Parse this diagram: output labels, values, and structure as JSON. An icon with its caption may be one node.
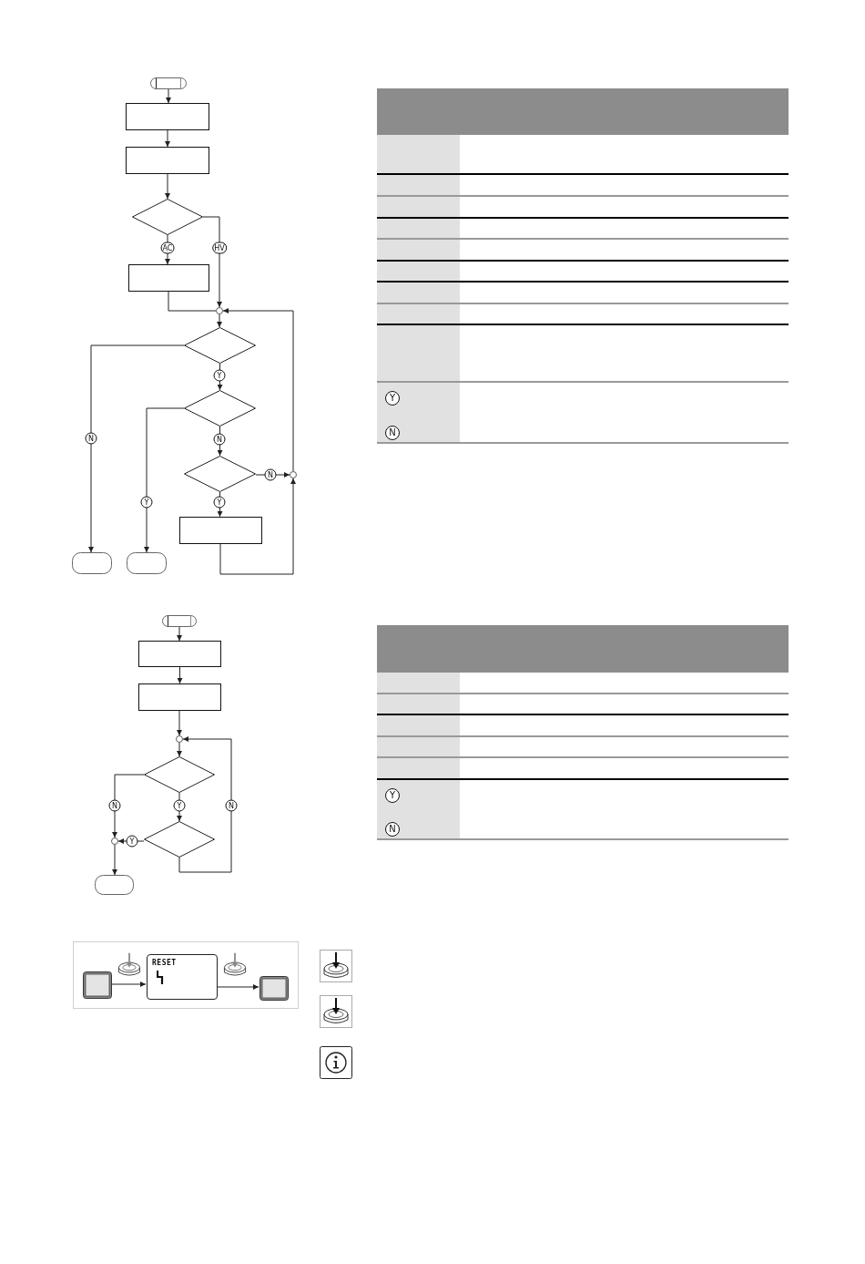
{
  "diagram": {
    "nodes": [
      {
        "text": [],
        "shape": "terminal"
      },
      {
        "text": [],
        "shape": "box"
      },
      {
        "text": [],
        "shape": "box"
      },
      {
        "text": [],
        "shape": "diamond"
      },
      {
        "text": [],
        "shape": "box"
      },
      {
        "text": [],
        "shape": "circle"
      },
      {
        "text": [],
        "shape": "diamond"
      },
      {
        "text": [],
        "shape": "diamond"
      },
      {
        "text": [],
        "shape": "diamond"
      },
      {
        "text": [],
        "shape": "circle"
      },
      {
        "text": [],
        "shape": "box"
      },
      {
        "text": [],
        "shape": "terminal"
      },
      {
        "text": [],
        "shape": "terminal"
      },
      {
        "text": [],
        "shape": "terminal"
      },
      {
        "text": [],
        "shape": "box"
      },
      {
        "text": [],
        "shape": "box"
      },
      {
        "text": [],
        "shape": "circle"
      },
      {
        "text": [],
        "shape": "diamond"
      },
      {
        "text": [],
        "shape": "diamond"
      },
      {
        "text": [],
        "shape": "circle"
      },
      {
        "text": [],
        "shape": "terminal"
      },
      {
        "text": [],
        "shape": "box"
      },
      {
        "text": [],
        "shape": "picture",
        "in": 21
      },
      {
        "text": [
          "RESET"
        ],
        "in": 21
      },
      {
        "text": [],
        "shape": "picture",
        "in": 21
      }
    ],
    "edges": [
      {
        "from": 0,
        "to": 1,
        "arrow": "to"
      },
      {
        "from": 1,
        "to": 2,
        "arrow": "to"
      },
      {
        "from": 2,
        "to": 3,
        "arrow": "to"
      },
      {
        "from": 3,
        "to": 4,
        "arrow": "to",
        "label": "AC"
      },
      {
        "from": 3,
        "to": 5,
        "arrow": "to",
        "label": "HV"
      },
      {
        "from": 4,
        "to": 5,
        "arrow": "none"
      },
      {
        "from": 9,
        "to": 5,
        "arrow": "to"
      },
      {
        "from": 5,
        "to": 6,
        "arrow": "to"
      },
      {
        "from": 6,
        "to": 7,
        "arrow": "to",
        "label": "Y"
      },
      {
        "from": 6,
        "to": 11,
        "arrow": "to",
        "label": "N"
      },
      {
        "from": 7,
        "to": 8,
        "arrow": "to",
        "label": "N"
      },
      {
        "from": 7,
        "to": 12,
        "arrow": "to",
        "label": "Y"
      },
      {
        "from": 8,
        "to": 9,
        "arrow": "to",
        "label": "N"
      },
      {
        "from": 8,
        "to": 10,
        "arrow": "to",
        "label": "Y"
      },
      {
        "from": 10,
        "to": 9,
        "arrow": "to"
      },
      {
        "from": 13,
        "to": 14,
        "arrow": "to"
      },
      {
        "from": 14,
        "to": 15,
        "arrow": "to"
      },
      {
        "from": 15,
        "to": 16,
        "arrow": "to"
      },
      {
        "from": 16,
        "to": 17,
        "arrow": "to"
      },
      {
        "from": 17,
        "to": 18,
        "arrow": "to",
        "label": "Y"
      },
      {
        "from": 17,
        "to": 19,
        "arrow": "to",
        "label": "N"
      },
      {
        "from": 18,
        "to": 19,
        "arrow": "to",
        "label": "Y"
      },
      {
        "from": 18,
        "to": 16,
        "arrow": "to",
        "label": "N"
      },
      {
        "from": 19,
        "to": 20,
        "arrow": "to"
      },
      {
        "from": 22,
        "to": 23,
        "arrow": "to"
      },
      {
        "from": 23,
        "to": 24,
        "arrow": "to"
      }
    ],
    "labels": [
      "Y",
      "N",
      "Y",
      "N"
    ]
  }
}
